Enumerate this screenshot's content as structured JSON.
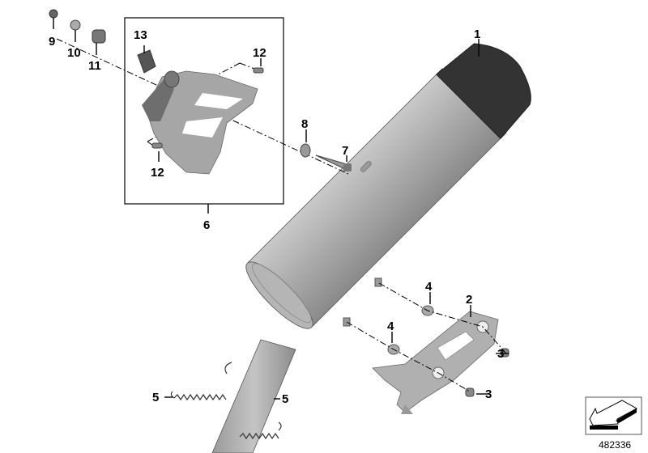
{
  "diagram": {
    "reference_number": "482336",
    "callouts": {
      "c1": "1",
      "c2": "2",
      "c3a": "3",
      "c3b": "3",
      "c4a": "4",
      "c4b": "4",
      "c5a": "5",
      "c5b": "5",
      "c6": "6",
      "c7": "7",
      "c8": "8",
      "c9": "9",
      "c10": "10",
      "c11": "11",
      "c12a": "12",
      "c12b": "12",
      "c13": "13"
    },
    "colors": {
      "part_fill": "#a9a9a9",
      "part_dark": "#3a3a3a",
      "end_cap": "#333333"
    }
  }
}
